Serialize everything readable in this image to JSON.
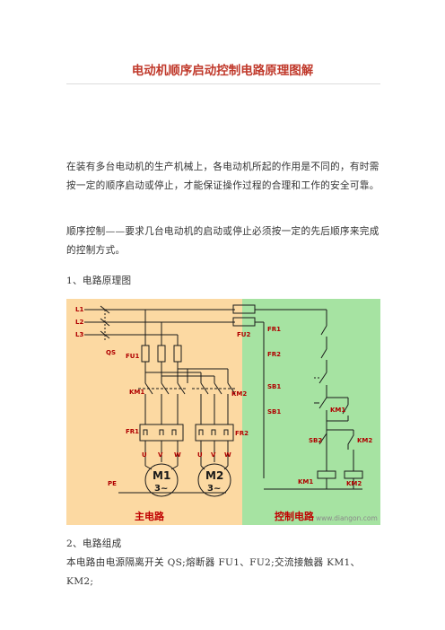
{
  "title": "电动机顺序启动控制电路原理图解",
  "paragraphs": [
    "在装有多台电动机的生产机械上，各电动机所起的作用是不同的，有时需按一定的顺序启动或停止，才能保证操作过程的合理和工作的安全可靠。",
    "顺序控制——要求几台电动机的启动或停止必须按一定的先后顺序来完成的控制方式。"
  ],
  "heading1": "1、电路原理图",
  "heading2": "2、电路组成",
  "paragraph3": "本电路由电源隔离开关 QS;熔断器 FU1、FU2;交流接触器 KM1、KM2;",
  "diagram": {
    "labels": {
      "l1": "L1",
      "l2": "L2",
      "l3": "L3",
      "qs": "QS",
      "fu1": "FU1",
      "fu2": "FU2",
      "km1_main": "KM1",
      "km2_main": "KM2",
      "fr1": "FR1",
      "fr2": "FR2",
      "u1": "U",
      "v1": "V",
      "w1": "W",
      "u2": "U",
      "v2": "V",
      "w2": "W",
      "m1": "M1",
      "m2": "M2",
      "m1_phase": "3~",
      "m2_phase": "3~",
      "pe": "PE",
      "c_fr1": "FR1",
      "c_fr2": "FR2",
      "c_sb1a": "SB1",
      "c_sb1b": "SB1",
      "c_km1": "KM1",
      "c_sb2": "SB2",
      "c_km2": "KM2",
      "coil_km1": "KM1",
      "coil_km2": "KM2",
      "main_circuit": "主电路",
      "control_circuit": "控制电路",
      "watermark": "www.diangon.com"
    },
    "colors": {
      "main_bg": "#fcd9a2",
      "control_bg": "#a6e3a2",
      "wire": "#1a1a1a",
      "label": "#b00000"
    }
  }
}
